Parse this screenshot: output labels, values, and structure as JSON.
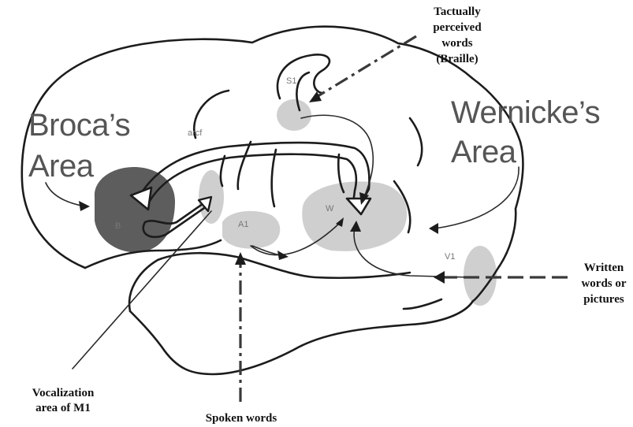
{
  "labels": {
    "brocas_line1": "Broca’s",
    "brocas_line2": "Area",
    "wernickes_line1": "Wernicke’s",
    "wernickes_line2": "Area",
    "tactile_line1": "Tactually",
    "tactile_line2": "perceived",
    "tactile_line3": "words",
    "tactile_line4": "(Braille)",
    "written_line1": "Written",
    "written_line2": "words or",
    "written_line3": "pictures",
    "vocal_line1": "Vocalization",
    "vocal_line2": "area of M1",
    "spoken": "Spoken words"
  },
  "region_labels": {
    "s1": "S1",
    "arcf": "arcf",
    "b": "B",
    "a1": "A1",
    "w": "W",
    "v1": "V1"
  },
  "colors": {
    "region_light": "#cfcfcf",
    "region_dark": "#5d5d5d",
    "outline": "#1c1c1c"
  }
}
